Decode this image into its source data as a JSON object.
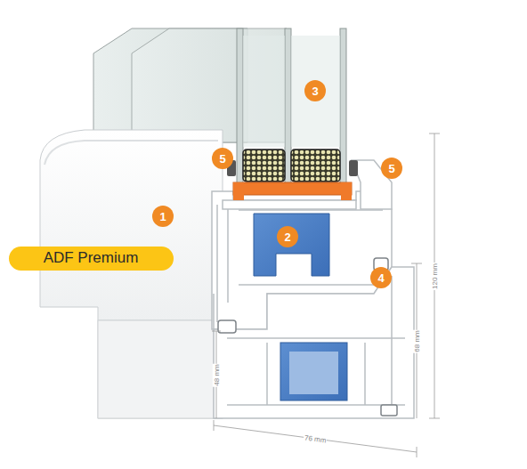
{
  "diagram": {
    "nodes": [
      {
        "text": [
          "3"
        ]
      },
      {
        "text": [
          "5"
        ]
      },
      {
        "text": [
          "5"
        ]
      },
      {
        "text": [
          "1"
        ]
      },
      {
        "text": [
          "2"
        ]
      },
      {
        "text": [
          "ADF Premium"
        ]
      },
      {
        "text": [
          "4"
        ]
      }
    ],
    "labels": [
      "120 mm",
      "68 mm",
      "48 mm",
      "76 mm"
    ]
  }
}
